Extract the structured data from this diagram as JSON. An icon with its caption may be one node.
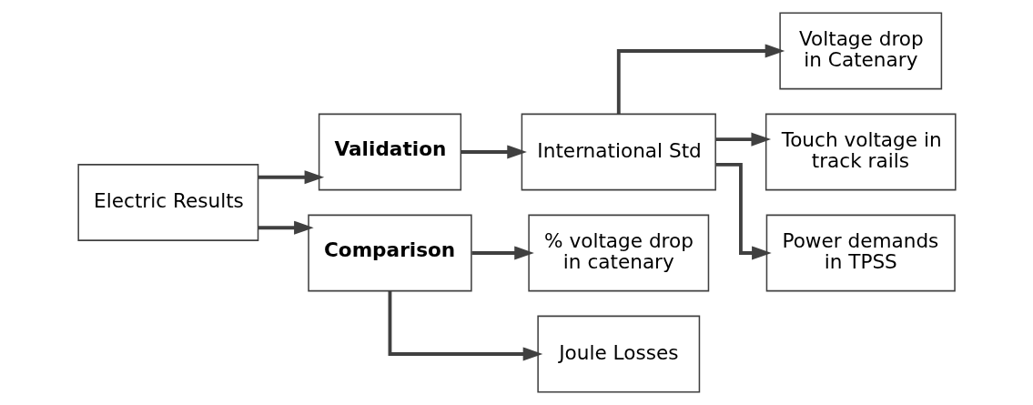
{
  "diagram": {
    "nodes": [
      {
        "text": [
          "Electric Results"
        ]
      },
      {
        "text": [
          "Validation"
        ]
      },
      {
        "text": [
          "Comparison"
        ]
      },
      {
        "text": [
          "International Std"
        ]
      },
      {
        "text": [
          "Voltage drop in Catenary"
        ]
      },
      {
        "text": [
          "Touch voltage in track rails"
        ]
      },
      {
        "text": [
          "Power demands in TPSS"
        ]
      },
      {
        "text": [
          "% voltage drop in catenary"
        ]
      },
      {
        "text": [
          "Joule Losses"
        ]
      }
    ],
    "edges": [
      {
        "from": 0,
        "to": 1,
        "arrow": "to"
      },
      {
        "from": 0,
        "to": 2,
        "arrow": "to"
      },
      {
        "from": 1,
        "to": 3,
        "arrow": "to"
      },
      {
        "from": 3,
        "to": 4,
        "arrow": "to"
      },
      {
        "from": 3,
        "to": 5,
        "arrow": "to"
      },
      {
        "from": 3,
        "to": 6,
        "arrow": "to"
      },
      {
        "from": 2,
        "to": 7,
        "arrow": "to"
      },
      {
        "from": 2,
        "to": 8,
        "arrow": "to"
      }
    ]
  }
}
